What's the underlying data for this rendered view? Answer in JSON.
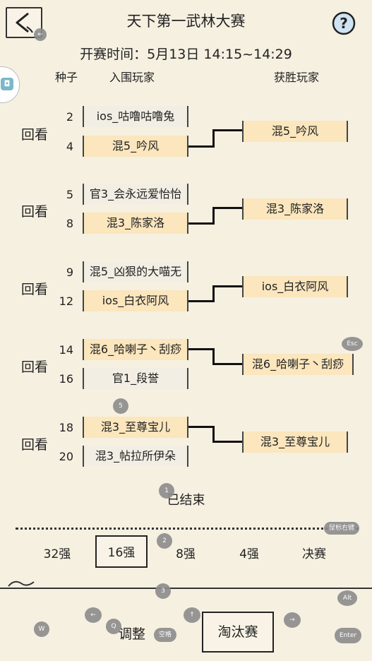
{
  "header": {
    "title": "天下第一武林大赛"
  },
  "schedule": {
    "time": "开赛时间：5月13日 14:15~14:29"
  },
  "columns": {
    "seed": "种子",
    "entrants": "入围玩家",
    "winners": "获胜玩家"
  },
  "matches": [
    {
      "replay": "回看",
      "p1": {
        "seed": "2",
        "name": "ios_咕噜咕噜兔"
      },
      "p2": {
        "seed": "4",
        "name": "混5_吟风"
      },
      "winner": "混5_吟风"
    },
    {
      "replay": "回看",
      "p1": {
        "seed": "5",
        "name": "官3_会永远爱怡怡"
      },
      "p2": {
        "seed": "8",
        "name": "混3_陈家洛"
      },
      "winner": "混3_陈家洛"
    },
    {
      "replay": "回看",
      "p1": {
        "seed": "9",
        "name": "混5_凶狠的大喵无"
      },
      "p2": {
        "seed": "12",
        "name": "ios_白衣阿风"
      },
      "winner": "ios_白衣阿风"
    },
    {
      "replay": "回看",
      "p1": {
        "seed": "14",
        "name": "混6_哈喇子丶刮痧"
      },
      "p2": {
        "seed": "16",
        "name": "官1_段誉"
      },
      "winner": "混6_哈喇子丶刮痧"
    },
    {
      "replay": "回看",
      "p1": {
        "seed": "18",
        "name": "混3_至尊宝儿"
      },
      "p2": {
        "seed": "20",
        "name": "混3_帖拉所伊朵"
      },
      "winner": "混3_至尊宝儿"
    }
  ],
  "status": "已结束",
  "rounds": [
    "32强",
    "16强",
    "8强",
    "4强",
    "决赛"
  ],
  "selected_round": "16强",
  "bottom": {
    "adjust": "调整",
    "elimination": "淘汰赛"
  },
  "key_hints": {
    "k1": "1",
    "k2": "2",
    "k3": "3",
    "k5": "5",
    "esc": "Esc",
    "mouse": "鼠标右键",
    "alt": "Alt",
    "enter": "Enter",
    "w": "W",
    "q": "Q",
    "left": "←",
    "up": "↑",
    "right": "→",
    "space": "空格"
  }
}
